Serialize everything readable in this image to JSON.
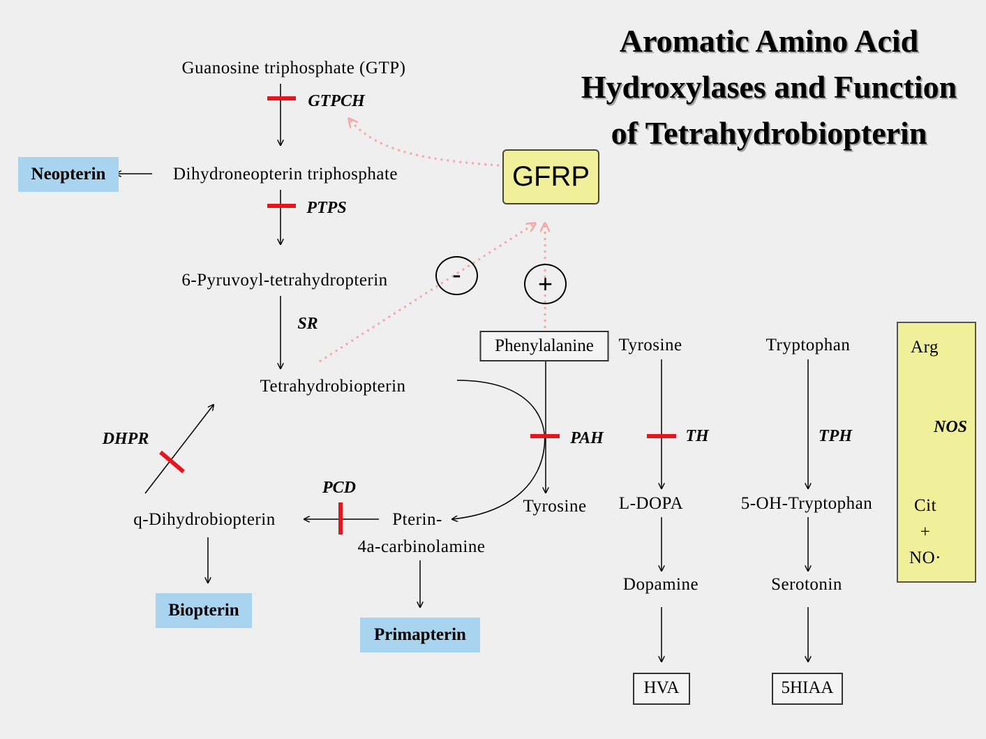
{
  "title": {
    "line1": "Aromatic Amino Acid",
    "line2": "Hydroxylases and Function",
    "line3": "of Tetrahydrobiopterin"
  },
  "nodes": {
    "gtp": "Guanosine triphosphate (GTP)",
    "dhnt": "Dihydroneopterin triphosphate",
    "neopterin": "Neopterin",
    "pyruvoyl": "6-Pyruvoyl-tetrahydropterin",
    "bh4": "Tetrahydrobiopterin",
    "qdhb": "q-Dihydrobiopterin",
    "biopterin": "Biopterin",
    "pterin_line1": "Pterin-",
    "pterin_line2": "4a-carbinolamine",
    "primapterin": "Primapterin",
    "gfrp": "GFRP",
    "phenylalanine": "Phenylalanine",
    "tyrosine_product": "Tyrosine",
    "tyrosine": "Tyrosine",
    "ldopa": "L-DOPA",
    "dopamine": "Dopamine",
    "hva": "HVA",
    "tryptophan": "Tryptophan",
    "oh_tryptophan": "5-OH-Tryptophan",
    "serotonin": "Serotonin",
    "hiaa": "5HIAA",
    "arg": "Arg",
    "cit": "Cit",
    "plus_sign": "+",
    "no": "NO·"
  },
  "enzymes": {
    "gtpch": "GTPCH",
    "ptps": "PTPS",
    "sr": "SR",
    "dhpr": "DHPR",
    "pcd": "PCD",
    "pah": "PAH",
    "th": "TH",
    "tph": "TPH",
    "nos": "NOS"
  },
  "regulation": {
    "negative": "-",
    "positive": "+"
  },
  "colors": {
    "background": "#efefef",
    "block_bar": "#e8141c",
    "regulation_arrow": "#f4a7a3",
    "blue_box": "#a9d4ef",
    "yellow_box": "#f0ef9a"
  }
}
